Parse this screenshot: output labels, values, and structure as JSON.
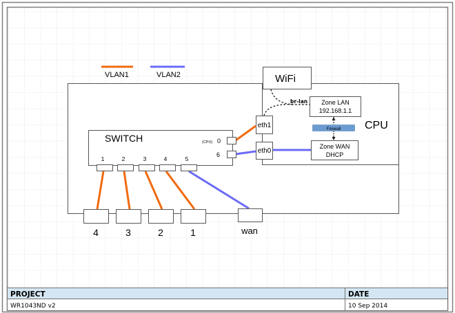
{
  "legend": {
    "vlan1": {
      "label": "VLAN1",
      "color": "#f26a10"
    },
    "vlan2": {
      "label": "VLAN2",
      "color": "#6b6bf5"
    }
  },
  "wifi": {
    "label": "WiFi"
  },
  "cpu": {
    "label": "CPU",
    "interfaces": {
      "eth1": "eth1",
      "eth0": "eth0"
    },
    "bridge_label": "br-lan",
    "zone_lan": {
      "line1": "Zone LAN",
      "line2": "192.168.1.1"
    },
    "firewall": {
      "label": "Firewall",
      "color": "#6b9bd1"
    },
    "zone_wan": {
      "line1": "Zone WAN",
      "line2": "DHCP"
    }
  },
  "switch": {
    "label": "SWITCH",
    "cpu_port_prefix": "(CPU)",
    "cpu_port": "0",
    "port6": "6",
    "ports": [
      "1",
      "2",
      "3",
      "4",
      "5"
    ]
  },
  "external_ports": [
    "4",
    "3",
    "2",
    "1"
  ],
  "wan_label": "wan",
  "title_block": {
    "project_header": "PROJECT",
    "project_value": "WR1043ND v2",
    "date_header": "DATE",
    "date_value": "10 Sep 2014",
    "header_bg": "#d4e6f3"
  }
}
